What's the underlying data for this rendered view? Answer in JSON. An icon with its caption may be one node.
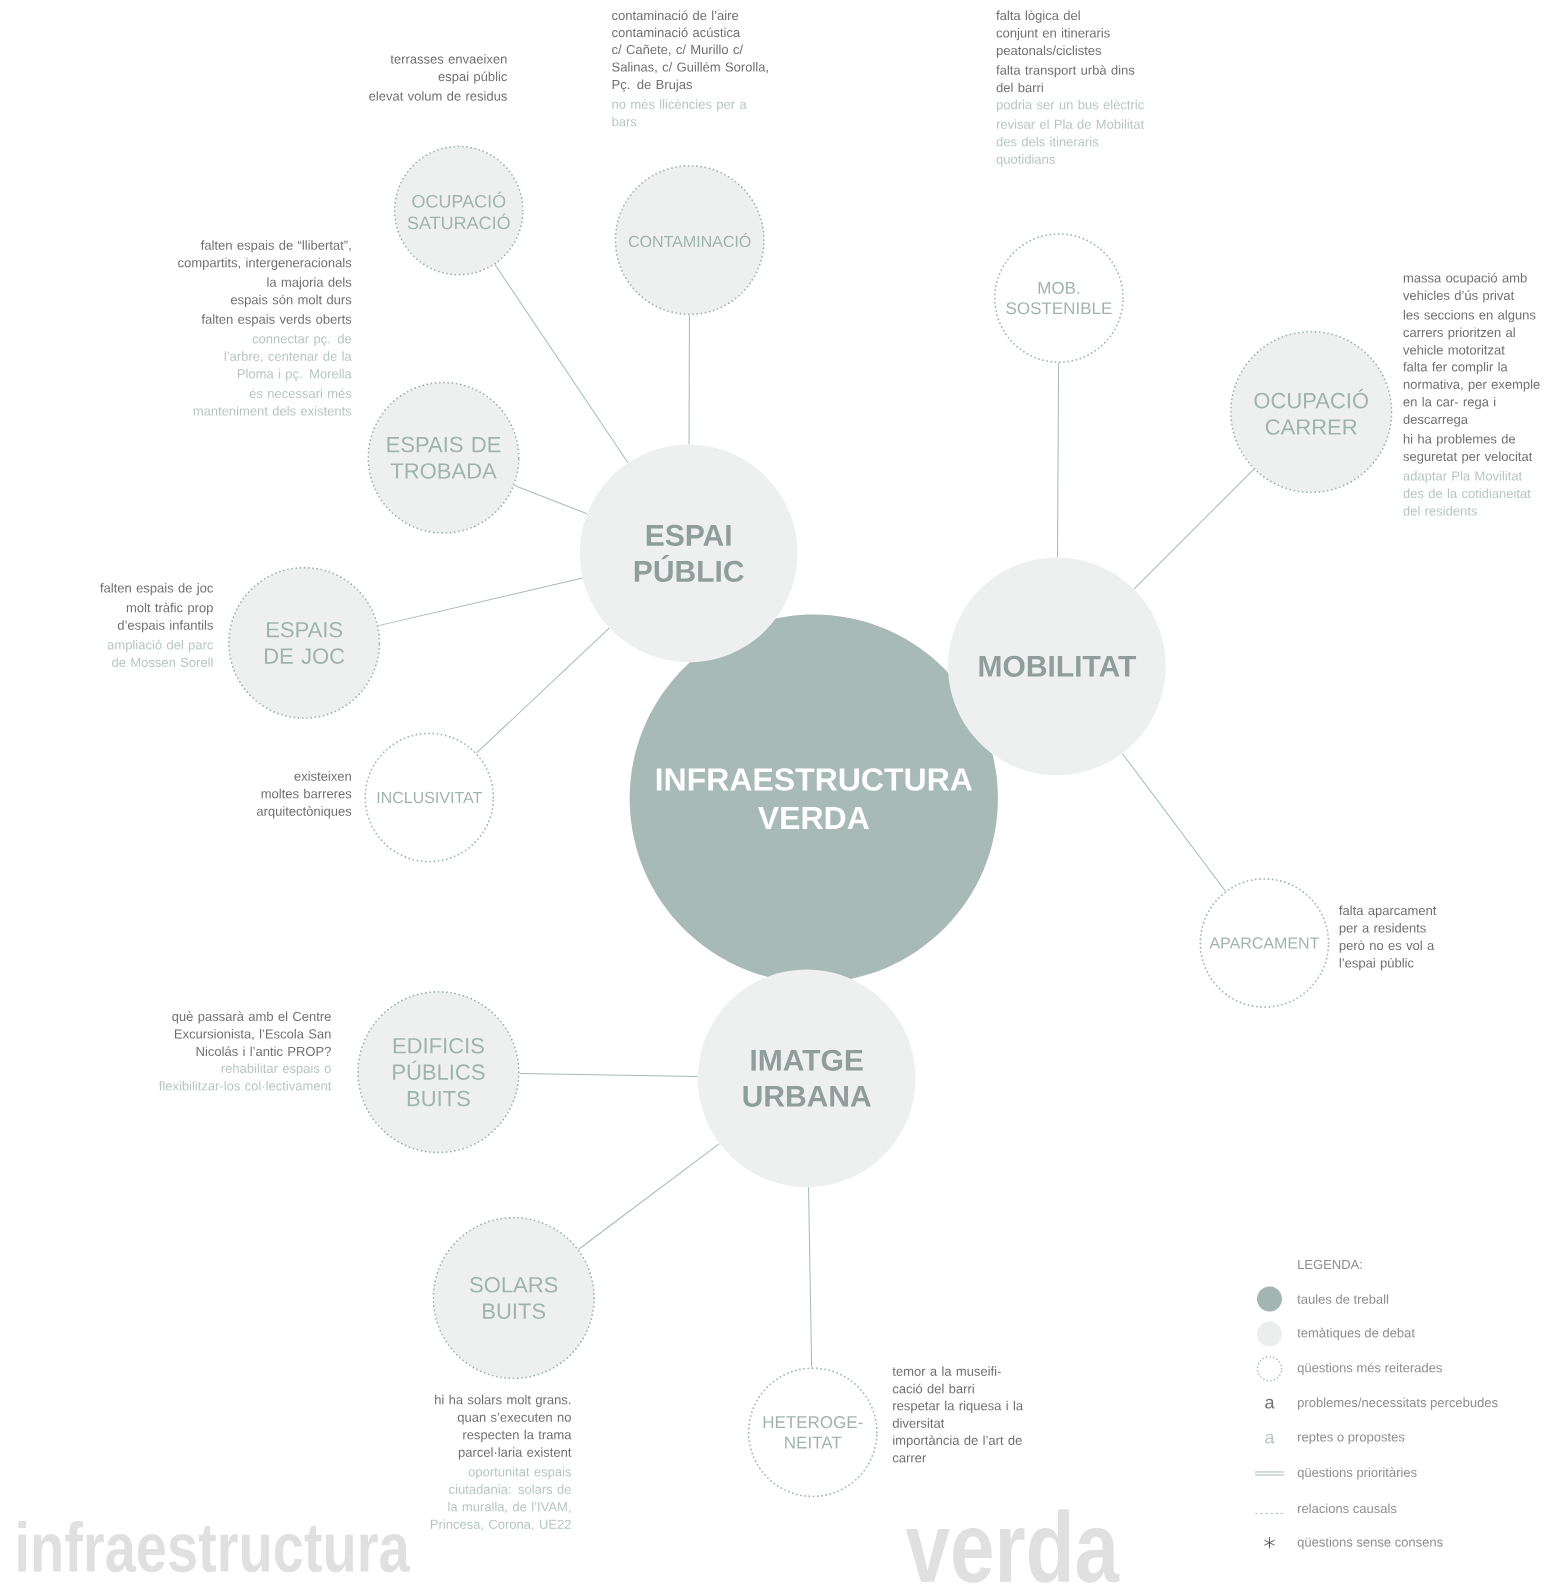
{
  "diagram": {
    "nodes": [
      {
        "text": [
          "OCUPACIÓ SATURACIÓ"
        ],
        "beside": [
          "terrasses envaeixen espai públic",
          "elevat volum de residus"
        ]
      },
      {
        "text": [
          "CONTAMINACIÓ"
        ],
        "beside": [
          "contaminació de l’aire",
          "contaminació acústica",
          "c/ Cañete, c/ Murillo c/ Salinas, c/ Guillém Sorolla, Pç. de Brujas",
          "no més llicències per a bars"
        ]
      },
      {
        "text": [
          "MOB. SOSTENIBLE"
        ],
        "beside": [
          "falta lògica del conjunt en itineraris peatonals/ciclistes",
          "falta transport urbà dins del barri",
          "podria ser un bus elèctric",
          "revisar el Pla de Mobilitat des dels itineraris quotidians"
        ]
      },
      {
        "text": [
          "ESPAIS DE TROBADA"
        ],
        "beside": [
          "falten espais de “llibertat”, compartits, intergeneracionals",
          "la majoria dels espais són molt durs",
          "falten espais verds oberts",
          "connectar pç. de l’arbre, centenar de la Ploma i pç. Morella",
          "és necessari més manteniment dels existents"
        ]
      },
      {
        "text": [
          "ESPAI PÚBLIC"
        ]
      },
      {
        "text": [
          "OCUPACIÓ CARRER"
        ],
        "beside": [
          "massa ocupació amb vehicles d’ús privat",
          "les seccions en alguns carrers prioritzen al vehicle motoritzat",
          "falta fer complir la normativa, per exemple en la car- rega i descarrega",
          "hi ha problemes de seguretat per velocitat",
          "adaptar Pla Movilitat des de la cotidianeitat del residents"
        ]
      },
      {
        "text": [
          "ESPAIS DE JOC"
        ],
        "beside": [
          "falten espais de joc",
          "molt tràfic prop d’espais infantils",
          "ampliació del parc de Mossen Sorell"
        ]
      },
      {
        "text": [
          "MOBILITAT"
        ]
      },
      {
        "text": [
          "INFRAESTRUCTURA VERDA"
        ]
      },
      {
        "text": [
          "INCLUSIVITAT"
        ],
        "beside": [
          "existeixen moltes barreres arquitectòniques"
        ]
      },
      {
        "text": [
          "APARCAMENT"
        ],
        "beside": [
          "falta aparcament per a residents però no es vol a l’espai públic"
        ]
      },
      {
        "text": [
          "EDIFICIS PÚBLICS BUITS"
        ],
        "beside": [
          "què passarà amb el Centre Excursionista, l’Escola San Nicolás i l’antic PROP?",
          "rehabilitar espais o flexibilitzar-los col·lectivament"
        ]
      },
      {
        "text": [
          "IMATGE URBANA"
        ]
      },
      {
        "text": [
          "SOLARS BUITS"
        ],
        "beside": [
          "hi ha solars molt grans. quan s’executen no respecten la trama parcel·laria existent",
          "oportunitat espais ciutadania: solars de la muralla, de l’IVAM, Princesa, Corona, UE22"
        ]
      },
      {
        "text": [
          "HETEROGE- NEITAT"
        ],
        "beside": [
          "temor a la museifi- cació del barri",
          "respetar la riquesa i la diversitat",
          "importància de l’art de carrer"
        ]
      }
    ],
    "edges": [
      {
        "from": 4,
        "to": 0,
        "arrow": "none"
      },
      {
        "from": 4,
        "to": 1,
        "arrow": "none"
      },
      {
        "from": 4,
        "to": 3,
        "arrow": "none"
      },
      {
        "from": 4,
        "to": 6,
        "arrow": "none"
      },
      {
        "from": 4,
        "to": 9,
        "arrow": "none"
      },
      {
        "from": 7,
        "to": 2,
        "arrow": "none"
      },
      {
        "from": 7,
        "to": 5,
        "arrow": "none"
      },
      {
        "from": 7,
        "to": 10,
        "arrow": "none"
      },
      {
        "from": 12,
        "to": 11,
        "arrow": "none"
      },
      {
        "from": 12,
        "to": 13,
        "arrow": "none"
      },
      {
        "from": 12,
        "to": 14,
        "arrow": "none"
      }
    ],
    "labels": [
      "infraestructura",
      "LEGENDA:",
      "a",
      "a",
      "verda"
    ],
    "legend": [
      {
        "text": "taules de treball",
        "color": "#a3b5b0"
      },
      {
        "text": "temàtiques de debat",
        "color": "#eceeed"
      },
      {
        "text": "qüestions més reiterades"
      },
      {
        "text": "problemes/necessitats percebudes"
      },
      {
        "text": "reptes o propostes"
      },
      {
        "text": "qüestions prioritàries"
      },
      {
        "text": "relacions causals"
      },
      {
        "text": "qüestions sense consens"
      }
    ]
  }
}
